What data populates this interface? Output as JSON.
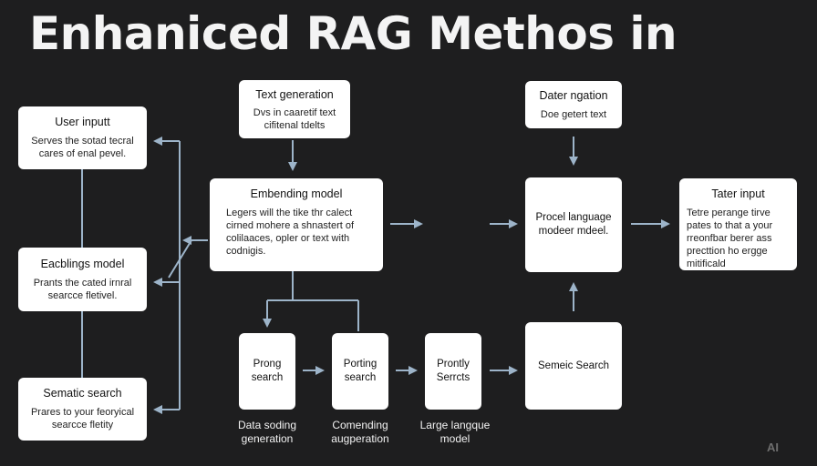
{
  "title": "Enhaniced RAG Methos in",
  "watermark": "AI",
  "boxes": {
    "user_input": {
      "heading": "User inputt",
      "body": "Serves the sotad tecral cares of enal pevel."
    },
    "embeddings_model": {
      "heading": "Eacblings model",
      "body": "Prants the cated irnral searcce fletivel."
    },
    "semantic_search_left": {
      "heading": "Sematic search",
      "body": "Prares to your feoryical searcce fletity"
    },
    "text_generation": {
      "heading": "Text generation",
      "body": "Dvs in caaretif text cifitenal tdelts"
    },
    "embedding_model": {
      "heading": "Embending model",
      "body": "Legers will the tike thr calect cirned mohere a shnastert of colilaaces, opler or text with codnigis."
    },
    "data_generation": {
      "heading": "Dater ngation",
      "body": "Doe getert text"
    },
    "language_model": {
      "heading": "Procel language modeer mdeel."
    },
    "tater_input": {
      "heading": "Tater input",
      "body": "Tetre perange tirve pates to that a your rreonfbar berer ass precttion ho ergge mitificald"
    },
    "prong_search": {
      "heading": "Prong search"
    },
    "porting_search": {
      "heading": "Porting search"
    },
    "priority_search": {
      "heading": "Prontly Serrcts"
    },
    "semeic_search": {
      "heading": "Semeic Search"
    }
  },
  "captions": {
    "data_soding": "Data soding generation",
    "comending": "Comending augperation",
    "large_language": "Large langque model"
  },
  "colors": {
    "background": "#1e1e1f",
    "box": "#ffffff",
    "arrow": "#9db4c9",
    "title": "#f4f4f4"
  }
}
